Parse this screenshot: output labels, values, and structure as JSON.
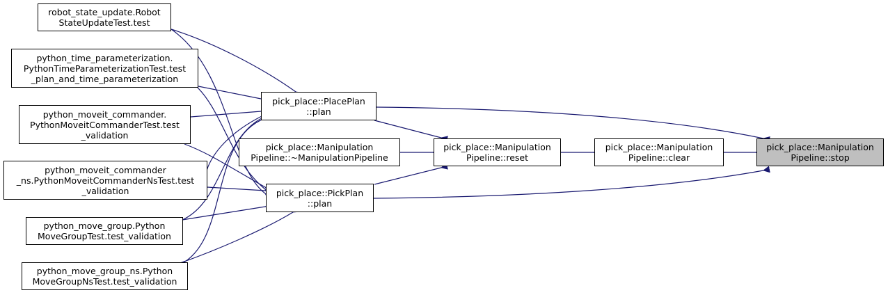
{
  "colors": {
    "edge": "#191970",
    "node_border": "#000000",
    "node_fill": "#ffffff",
    "current_fill": "#bfbfbf"
  },
  "nodes": {
    "stop": {
      "lines": [
        "pick_place::Manipulation",
        "Pipeline::stop"
      ]
    },
    "clear": {
      "lines": [
        "pick_place::Manipulation",
        "Pipeline::clear"
      ]
    },
    "reset": {
      "lines": [
        "pick_place::Manipulation",
        "Pipeline::reset"
      ]
    },
    "dtor": {
      "lines": [
        "pick_place::Manipulation",
        "Pipeline::~ManipulationPipeline"
      ]
    },
    "place_plan": {
      "lines": [
        "pick_place::PlacePlan",
        "::plan"
      ]
    },
    "pick_plan": {
      "lines": [
        "pick_place::PickPlan",
        "::plan"
      ]
    },
    "robot_state": {
      "lines": [
        "robot_state_update.Robot",
        "StateUpdateTest.test"
      ]
    },
    "time_param": {
      "lines": [
        "python_time_parameterization.",
        "PythonTimeParameterizationTest.test",
        "_plan_and_time_parameterization"
      ]
    },
    "moveit_commander": {
      "lines": [
        "python_moveit_commander.",
        "PythonMoveitCommanderTest.test",
        "_validation"
      ]
    },
    "moveit_commander_ns": {
      "lines": [
        "python_moveit_commander",
        "_ns.PythonMoveitCommanderNsTest.test",
        "_validation"
      ]
    },
    "move_group": {
      "lines": [
        "python_move_group.Python",
        "MoveGroupTest.test_validation"
      ]
    },
    "move_group_ns": {
      "lines": [
        "python_move_group_ns.Python",
        "MoveGroupNsTest.test_validation"
      ]
    }
  }
}
